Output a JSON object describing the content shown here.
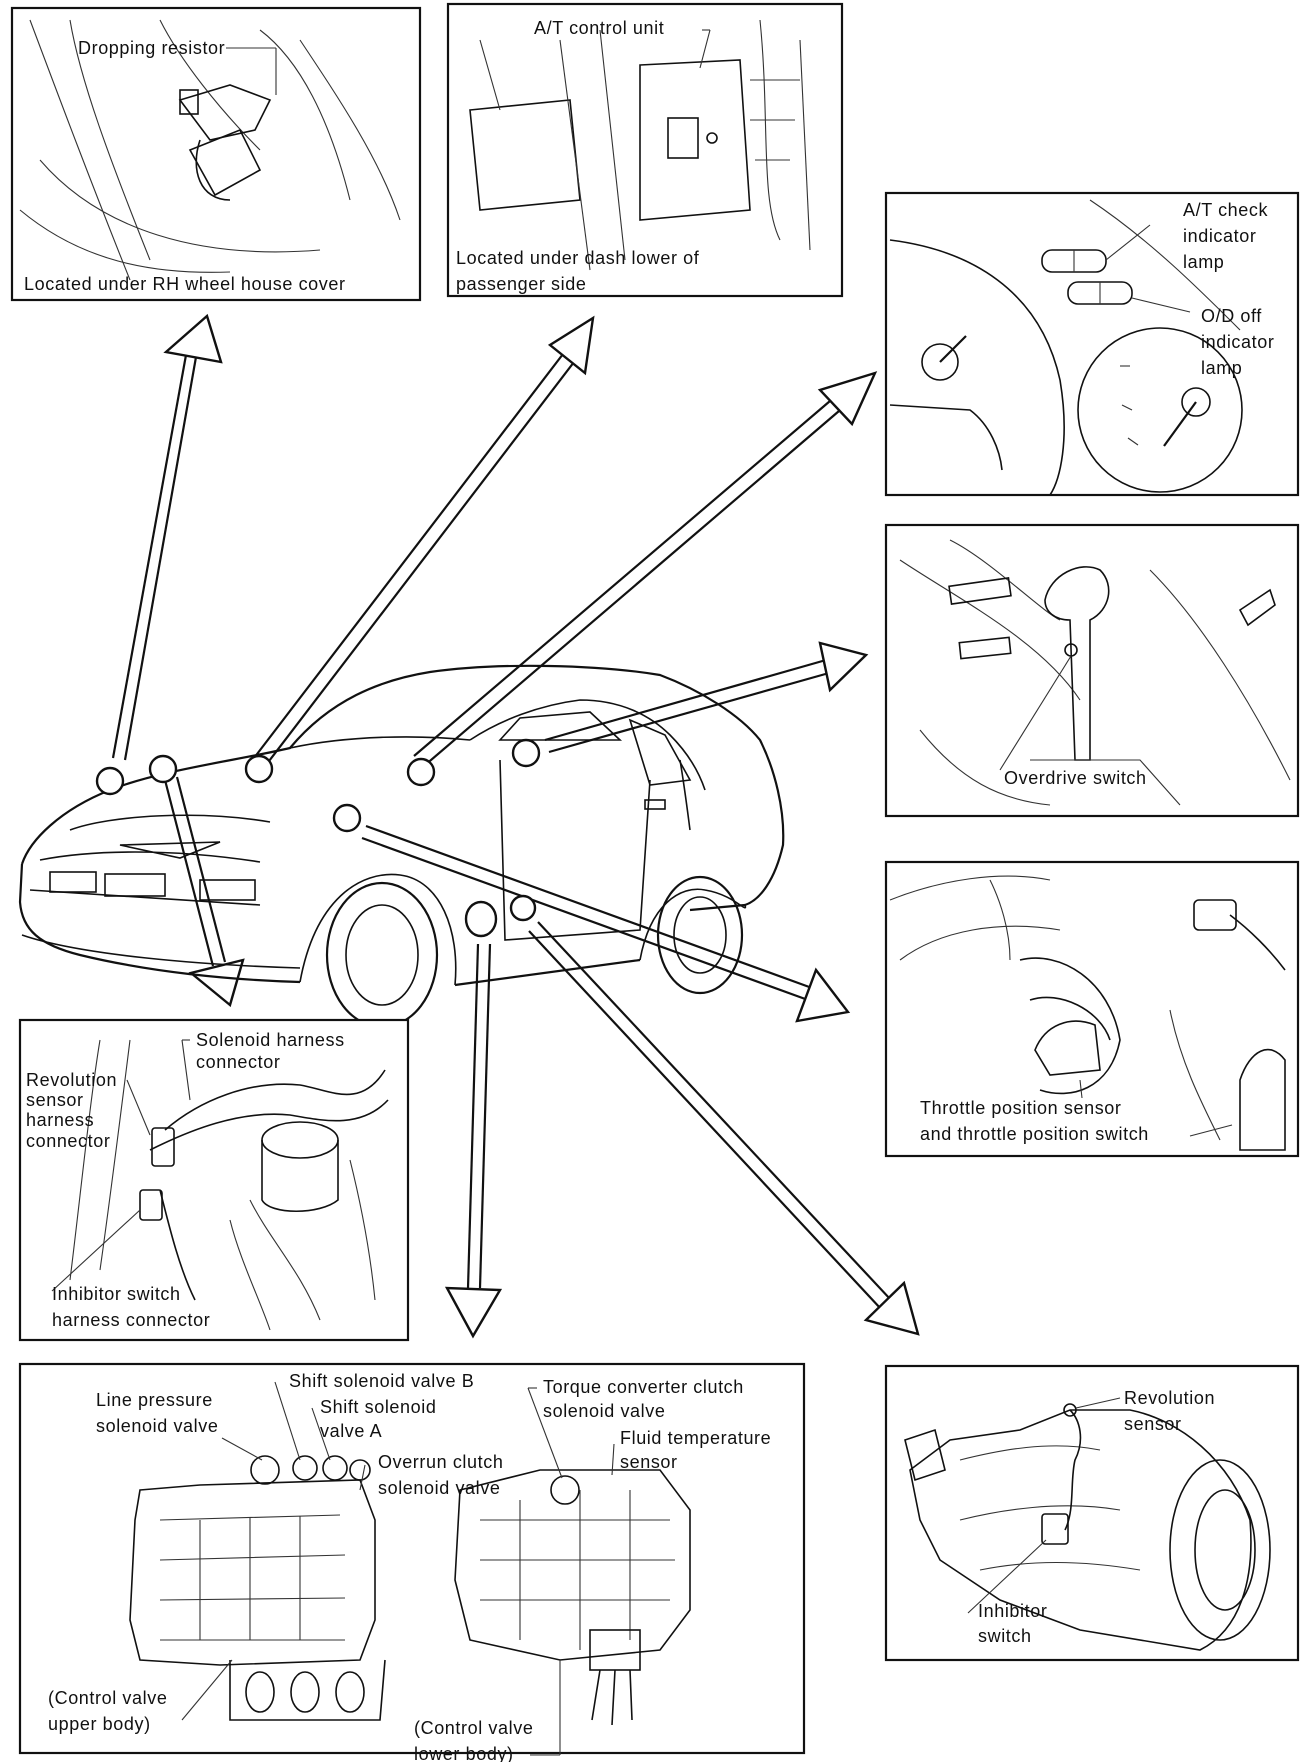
{
  "panels": {
    "dropping_resistor": {
      "component": "Dropping resistor",
      "location": "Located under RH wheel house cover"
    },
    "at_control_unit": {
      "component": "A/T control unit",
      "location_line1": "Located under dash lower of",
      "location_line2": "passenger side"
    },
    "indicator_lamps": {
      "at_check_line1": "A/T check",
      "at_check_line2": "indicator",
      "at_check_line3": "lamp",
      "od_off_line1": "O/D off",
      "od_off_line2": "indicator",
      "od_off_line3": "lamp"
    },
    "overdrive": {
      "label": "Overdrive switch"
    },
    "throttle": {
      "line1": "Throttle position sensor",
      "line2": "and throttle position switch"
    },
    "harness": {
      "solenoid_line1": "Solenoid harness",
      "solenoid_line2": "connector",
      "revolution_line1": "Revolution",
      "revolution_line2": "sensor",
      "revolution_line3": "harness",
      "revolution_line4": "connector",
      "inhibitor_line1": "Inhibitor switch",
      "inhibitor_line2": "harness connector"
    },
    "control_valve": {
      "line_pressure_1": "Line pressure",
      "line_pressure_2": "solenoid valve",
      "shift_b": "Shift solenoid valve B",
      "shift_a_1": "Shift solenoid",
      "shift_a_2": "valve A",
      "overrun_1": "Overrun clutch",
      "overrun_2": "solenoid valve",
      "torque_1": "Torque converter clutch",
      "torque_2": "solenoid valve",
      "fluid_1": "Fluid temperature",
      "fluid_2": "sensor",
      "upper_1": "(Control valve",
      "upper_2": "upper body)",
      "lower_1": "(Control valve",
      "lower_2": "lower body)"
    },
    "transmission": {
      "revolution_1": "Revolution",
      "revolution_2": "sensor",
      "inhibitor_1": "Inhibitor",
      "inhibitor_2": "switch"
    }
  },
  "colors": {
    "ink": "#111111",
    "paper": "#ffffff"
  }
}
